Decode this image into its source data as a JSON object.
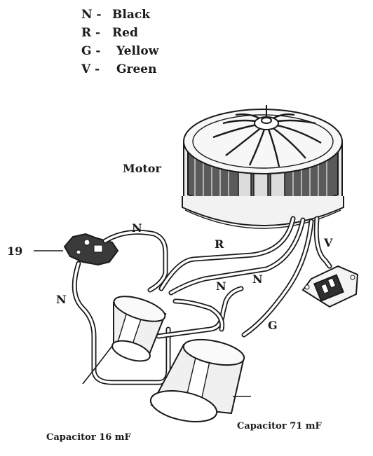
{
  "legend": [
    {
      "code": "N -",
      "color": "Black"
    },
    {
      "code": "R -",
      "color": "Red"
    },
    {
      "code": "G -",
      "color": "Yellow"
    },
    {
      "code": "V -",
      "color": "Green"
    }
  ],
  "labels": {
    "motor": "Motor",
    "part_number": "19",
    "capacitor_small": "Capacitor  16 mF",
    "capacitor_large": "Capacitor  71 mF"
  },
  "wire_labels": {
    "n_top": "N",
    "n_left": "N",
    "n_center": "N",
    "n_right": "N",
    "r": "R",
    "v": "V",
    "g": "G"
  }
}
